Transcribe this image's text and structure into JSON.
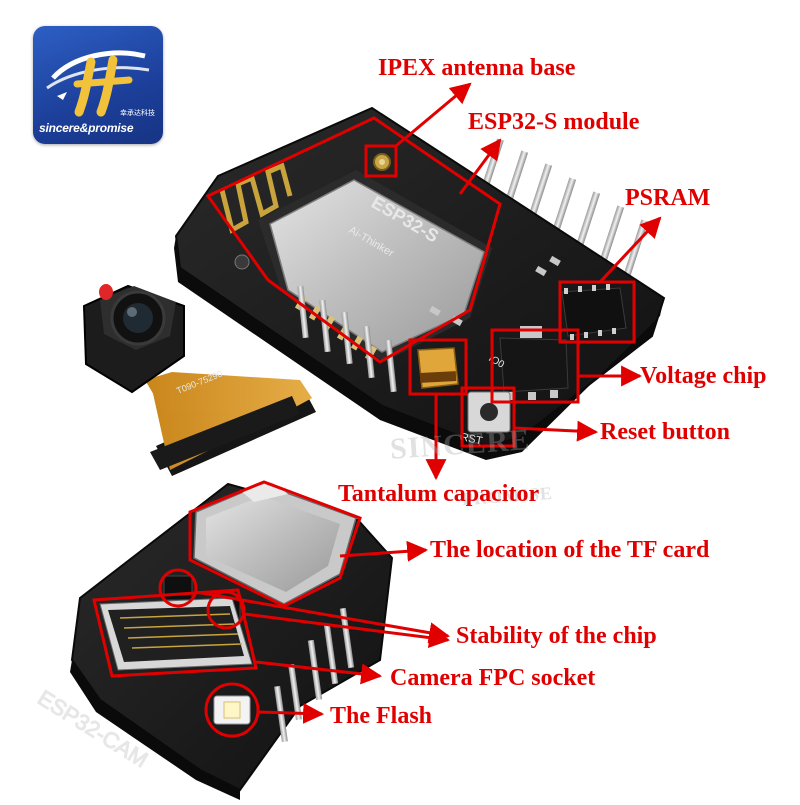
{
  "logo": {
    "brand_text": "sincere&promise",
    "chinese_text": "幸承达科技"
  },
  "watermark": {
    "line1": "SINCERE",
    "line2": "PROMISE"
  },
  "labels": {
    "ipex": "IPEX antenna base",
    "esp32s": "ESP32-S module",
    "psram": "PSRAM",
    "voltage": "Voltage chip",
    "reset": "Reset button",
    "tantalum": "Tantalum capacitor",
    "tf_card": "The location of the TF card",
    "stability": "Stability of the chip",
    "fpc": "Camera FPC socket",
    "flash": "The Flash"
  },
  "board_text": {
    "module_brand": "ESP32-S",
    "module_sub": "Ai-Thinker",
    "board_name": "ESP32-CAM",
    "rst_label": "RST",
    "io_label": "IO0",
    "camera_code": "T090-75290"
  },
  "colors": {
    "callout": "#e00000",
    "board": "#1c1c1c",
    "flex": "#d99a2b"
  }
}
